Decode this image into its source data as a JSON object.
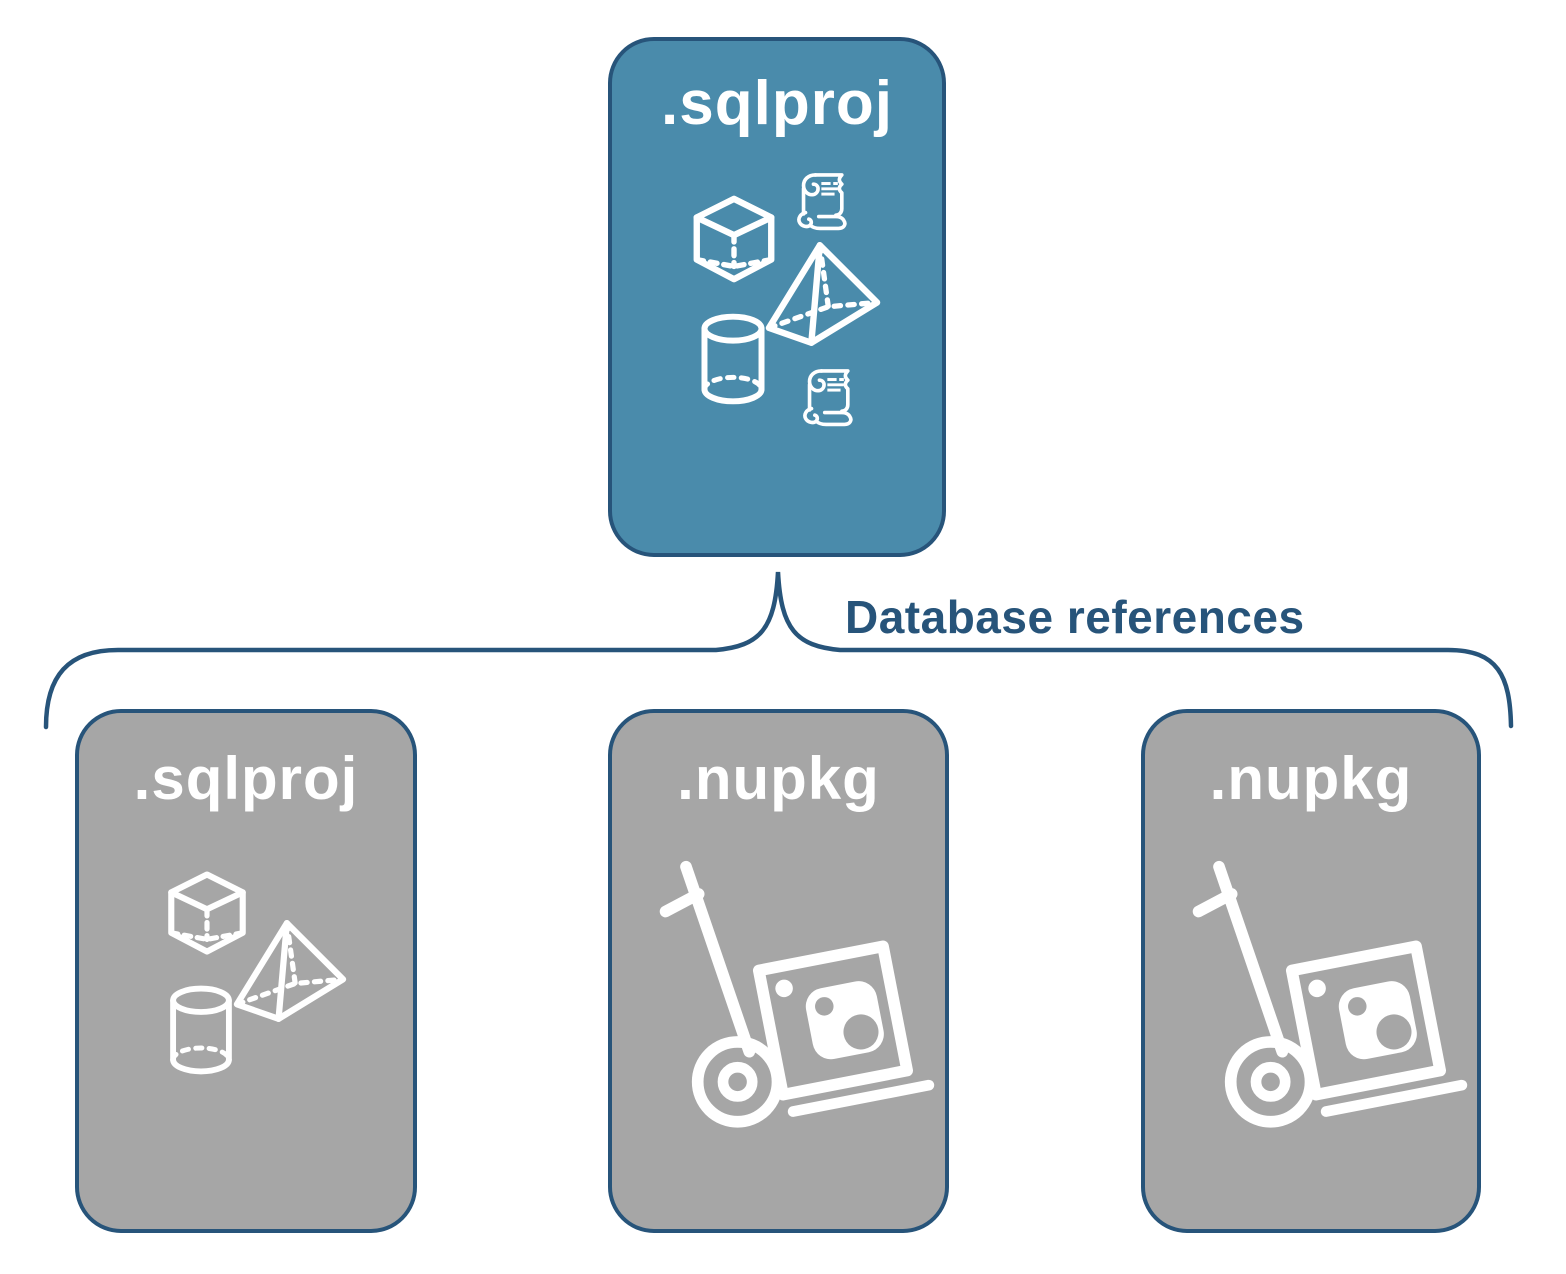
{
  "diagram": {
    "background": "#FFFFFF",
    "colors": {
      "root_card_fill": "#4A8BAB",
      "card_border": "#27547A",
      "child_card_fill": "#A6A6A6",
      "connector_line": "#27547A",
      "label_text": "#27547A",
      "card_title_text": "#FFFFFF",
      "icon_color": "#FFFFFF"
    },
    "connector_label": "Database references",
    "root_card": {
      "label": ".sqlproj",
      "icons": [
        "cube-icon",
        "scroll-icon",
        "pyramid-icon",
        "cylinder-icon",
        "scroll-icon"
      ]
    },
    "child_cards": [
      {
        "label": ".sqlproj",
        "icons": [
          "cube-icon",
          "pyramid-icon",
          "cylinder-icon"
        ]
      },
      {
        "label": ".nupkg",
        "icons": [
          "nuget-package-dolly-icon"
        ]
      },
      {
        "label": ".nupkg",
        "icons": [
          "nuget-package-dolly-icon"
        ]
      }
    ]
  }
}
